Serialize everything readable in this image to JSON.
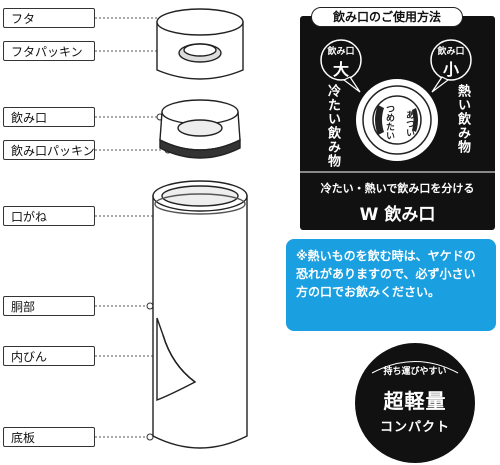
{
  "parts": [
    {
      "id": "futa",
      "label": "フタ"
    },
    {
      "id": "futa-packing",
      "label": "フタパッキン"
    },
    {
      "id": "nomikuchi",
      "label": "飲み口"
    },
    {
      "id": "nomikuchi-packing",
      "label": "飲み口パッキン"
    },
    {
      "id": "kuchigane",
      "label": "口がね"
    },
    {
      "id": "dobu",
      "label": "胴部"
    },
    {
      "id": "uchibin",
      "label": "内びん"
    },
    {
      "id": "teita",
      "label": "底板"
    }
  ],
  "usage": {
    "title": "飲み口のご使用方法",
    "large_bubble_top": "飲み口",
    "large_bubble_main": "大",
    "small_bubble_top": "飲み口",
    "small_bubble_main": "小",
    "left_vertical": "冷たい飲み物",
    "right_vertical": "熱い飲み物",
    "ring_left": "つめたい",
    "ring_right": "あつい",
    "caption_line1": "冷たい・熱いで飲み口を分ける",
    "caption_line2": "W 飲み口"
  },
  "notice": {
    "text": "※熱いものを飲む時は、ヤケドの恐れがありますので、必ず小さい方の口でお飲みください。"
  },
  "badge": {
    "top": "持ち運びやすい",
    "main": "超軽量",
    "sub": "コンパクト"
  },
  "colors": {
    "notice_blue": "#1a9fe0",
    "panel_black": "#111111"
  }
}
